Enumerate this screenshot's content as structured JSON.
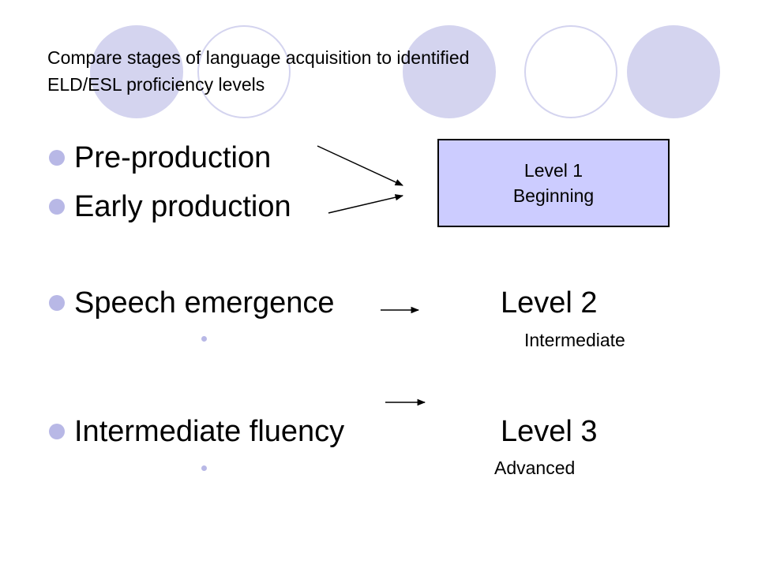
{
  "slide": {
    "title": {
      "line1": "Compare stages of language acquisition to identified",
      "line2": "ELD/ESL proficiency levels"
    },
    "stages": [
      "Pre-production",
      "Early production",
      "Speech emergence",
      "Intermediate fluency"
    ],
    "level_box": {
      "line1": "Level 1",
      "line2": "Beginning",
      "fill": "#ccccff"
    },
    "level2": {
      "label": "Level 2",
      "sub": "Intermediate"
    },
    "level3": {
      "label": "Level 3",
      "sub": "Advanced"
    },
    "decor": {
      "circle_color": "#d4d4ef",
      "bullet_color": "#b8b8e6",
      "circles": [
        "filled",
        "outline",
        "filled",
        "outline",
        "filled"
      ]
    }
  }
}
